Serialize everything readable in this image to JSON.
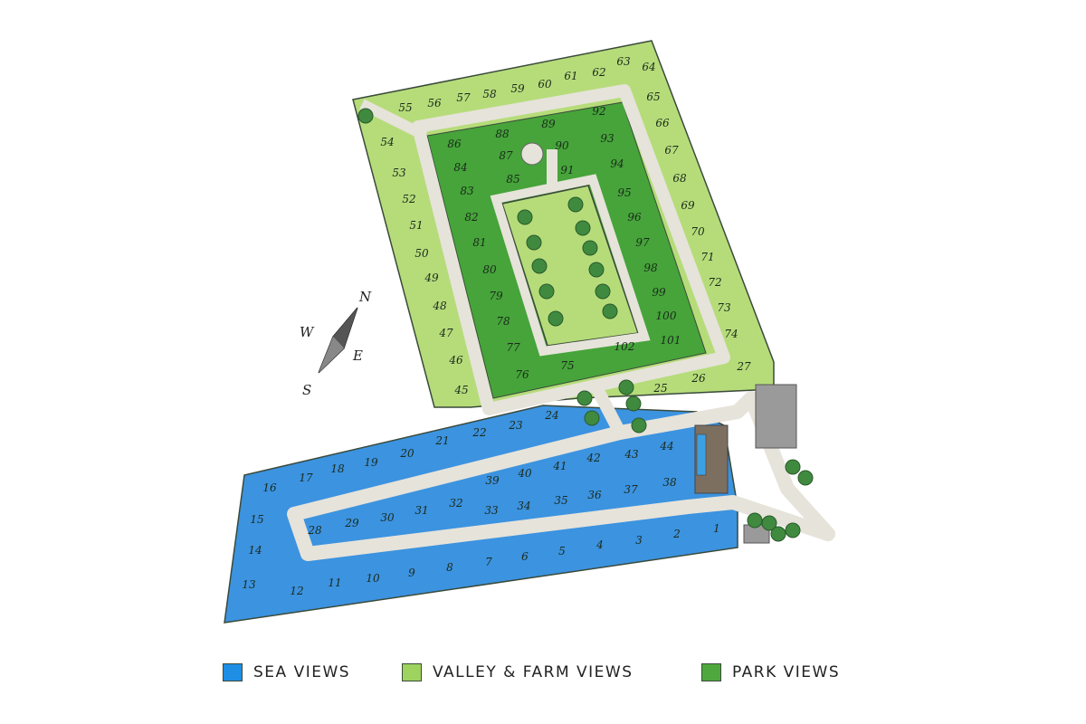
{
  "compass": {
    "north": "N",
    "south": "S",
    "east": "E",
    "west": "W"
  },
  "colors": {
    "sea": "#3c93e0",
    "valley": "#b6dc7a",
    "park": "#46a43a",
    "road": "#e6e3da",
    "tree": "#3f8a3f",
    "building": "#8e8e8e"
  },
  "legend": [
    {
      "label": "SEA VIEWS",
      "color": "#1f8fe6"
    },
    {
      "label": "VALLEY & FARM VIEWS",
      "color": "#9ed35f"
    },
    {
      "label": "PARK VIEWS",
      "color": "#4fa83e"
    }
  ],
  "lots": {
    "sea": [
      "1",
      "2",
      "3",
      "4",
      "5",
      "6",
      "7",
      "8",
      "9",
      "10",
      "11",
      "12",
      "13",
      "14",
      "15",
      "16",
      "17",
      "18",
      "19",
      "20",
      "21",
      "22",
      "23",
      "24",
      "28",
      "29",
      "30",
      "31",
      "32",
      "33",
      "34",
      "35",
      "36",
      "37",
      "38",
      "39",
      "40",
      "41",
      "42",
      "43",
      "44"
    ],
    "valley": [
      "25",
      "26",
      "27",
      "45",
      "46",
      "47",
      "48",
      "49",
      "50",
      "51",
      "52",
      "53",
      "54",
      "55",
      "56",
      "57",
      "58",
      "59",
      "60",
      "61",
      "62",
      "63",
      "64",
      "65",
      "66",
      "67",
      "68",
      "69",
      "70",
      "71",
      "72",
      "73",
      "74"
    ],
    "park": [
      "75",
      "76",
      "77",
      "78",
      "79",
      "80",
      "81",
      "82",
      "83",
      "84",
      "85",
      "86",
      "87",
      "88",
      "89",
      "90",
      "91",
      "92",
      "93",
      "94",
      "95",
      "96",
      "97",
      "98",
      "99",
      "100",
      "101",
      "102"
    ]
  }
}
